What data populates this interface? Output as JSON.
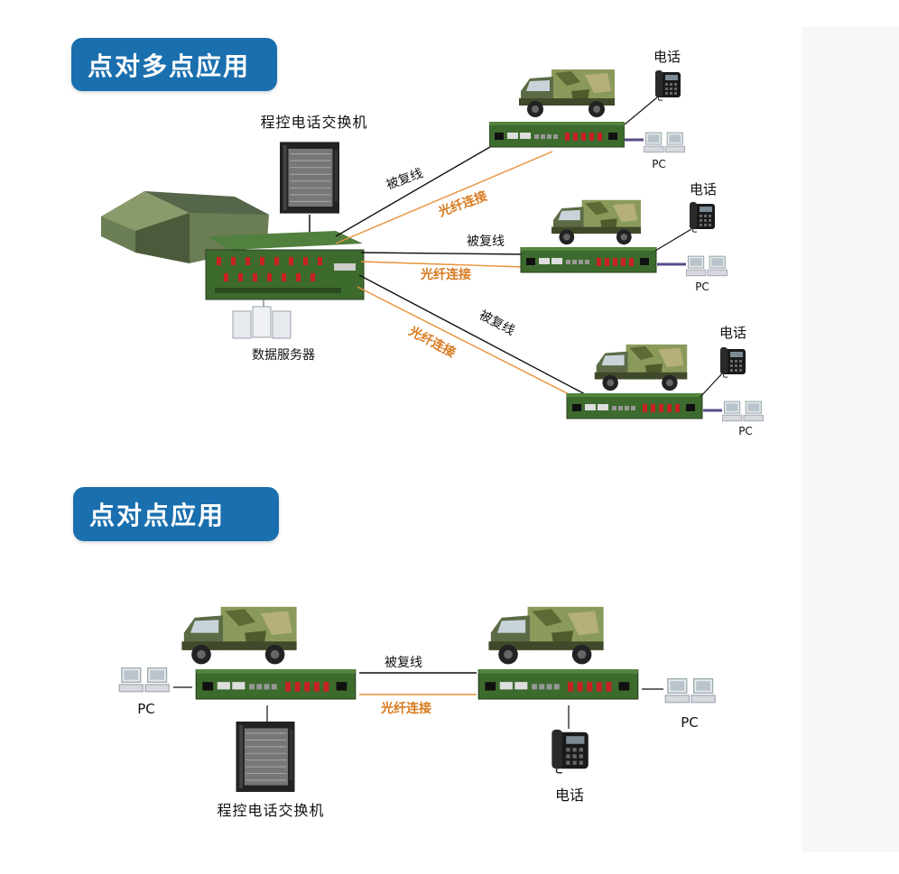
{
  "sections": {
    "point_to_multipoint": {
      "title": "点对多点应用"
    },
    "point_to_point": {
      "title": "点对点应用"
    }
  },
  "labels": {
    "pbx_top": "程控电话交换机",
    "data_server": "数据服务器",
    "phone_1": "电话",
    "phone_2": "电话",
    "phone_3": "电话",
    "pc_1": "PC",
    "pc_2": "PC",
    "pc_3": "PC",
    "cable_1": "被复线",
    "cable_2": "被复线",
    "cable_3": "被复线",
    "fiber_1": "光纤连接",
    "fiber_2": "光纤连接",
    "fiber_3": "光纤连接",
    "p2p_cable": "被复线",
    "p2p_fiber": "光纤连接",
    "p2p_pc_left": "PC",
    "p2p_pc_right": "PC",
    "p2p_pbx": "程控电话交换机",
    "p2p_phone": "电话"
  },
  "colors": {
    "banner": "#1a6fae",
    "device_green": "#3d6b2e",
    "fiber_orange": "#e8913a",
    "cable_black": "#111111",
    "link_purple": "#5a4a8a"
  }
}
